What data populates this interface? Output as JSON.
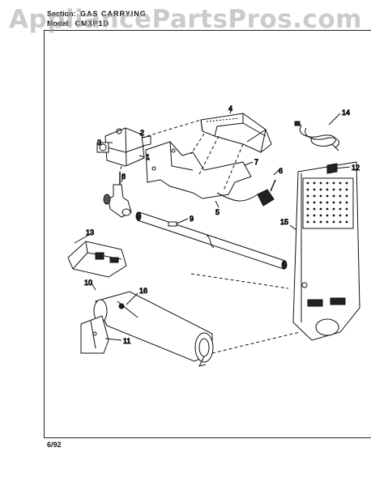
{
  "header": {
    "section_label": "Section:",
    "section_value": "GAS CARRYING",
    "model_label": "Model:",
    "model_value": "CM3P1D"
  },
  "watermark": "AppliancePartsPros.com",
  "footer": {
    "date": "6/92"
  },
  "callouts": [
    "1",
    "2",
    "3",
    "4",
    "5",
    "6",
    "7",
    "8",
    "9",
    "10",
    "11",
    "12",
    "13",
    "14",
    "15",
    "16"
  ]
}
